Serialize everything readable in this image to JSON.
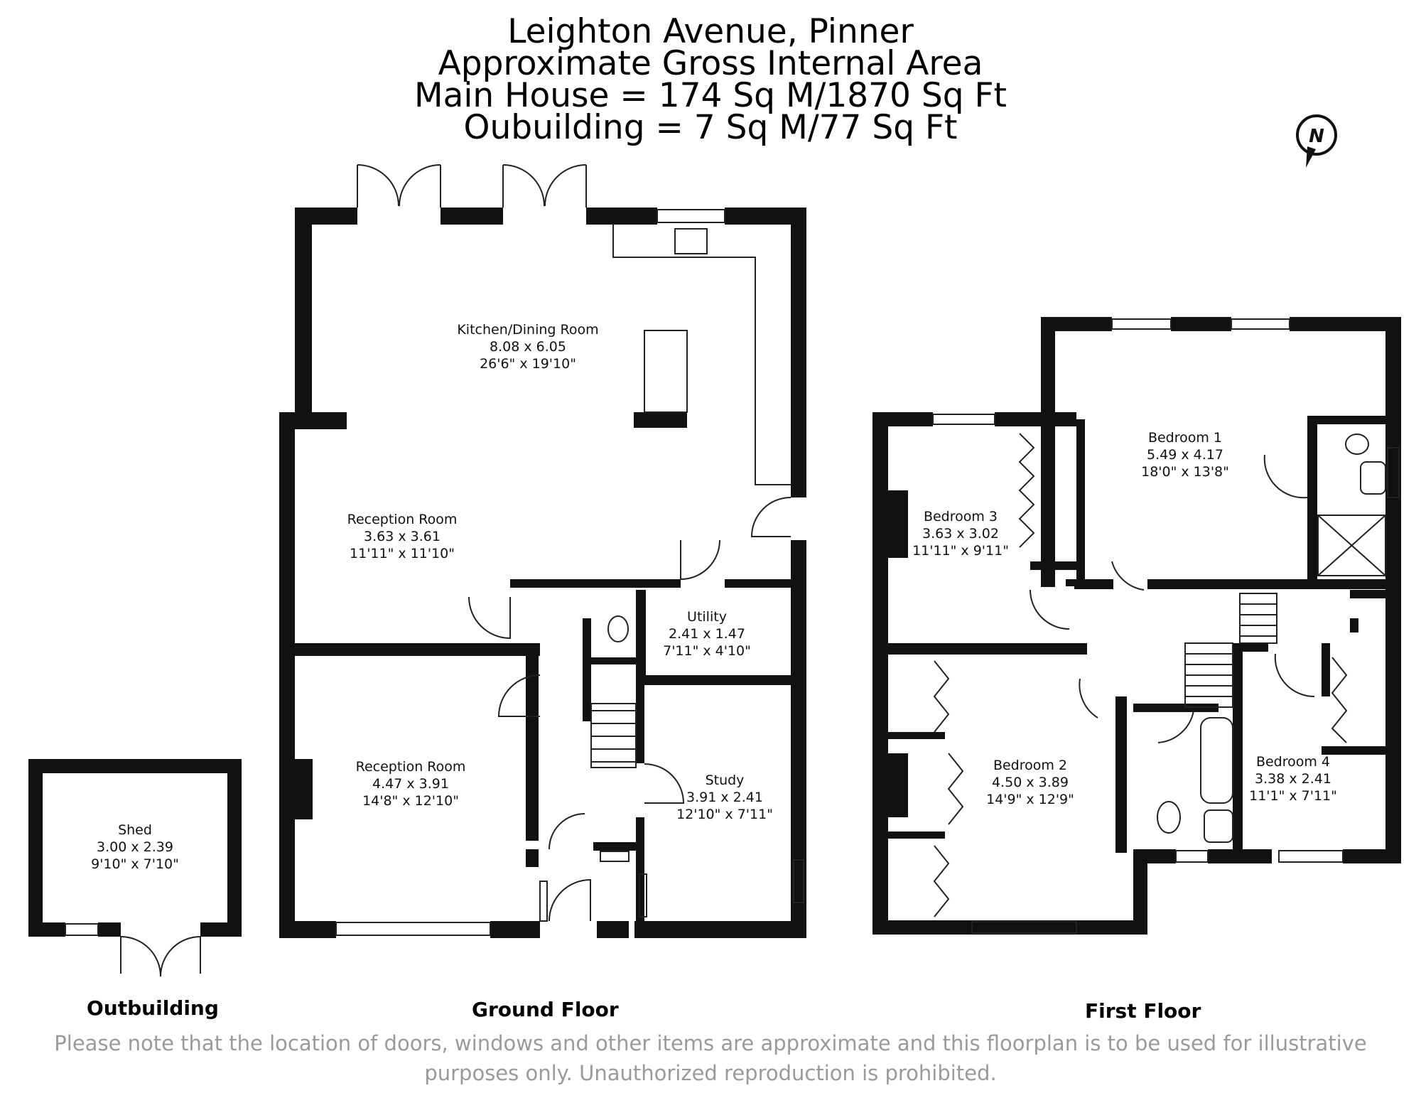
{
  "header": {
    "title": "Leighton Avenue, Pinner",
    "subtitle": "Approximate Gross Internal Area",
    "main_area": "Main House = 174 Sq M/1870 Sq Ft",
    "outbuilding_area": "Oubuilding = 7 Sq M/77 Sq Ft"
  },
  "compass": {
    "label": "N"
  },
  "floors": {
    "outbuilding": "Outbuilding",
    "ground": "Ground Floor",
    "first": "First Floor"
  },
  "rooms": {
    "kitchen": {
      "name": "Kitchen/Dining Room",
      "metric": "8.08 x 6.05",
      "imperial": "26'6\" x 19'10\""
    },
    "reception_upper": {
      "name": "Reception Room",
      "metric": "3.63 x 3.61",
      "imperial": "11'11\" x 11'10\""
    },
    "reception_lower": {
      "name": "Reception Room",
      "metric": "4.47 x 3.91",
      "imperial": "14'8\" x 12'10\""
    },
    "utility": {
      "name": "Utility",
      "metric": "2.41 x 1.47",
      "imperial": "7'11\" x 4'10\""
    },
    "study": {
      "name": "Study",
      "metric": "3.91 x 2.41",
      "imperial": "12'10\" x 7'11\""
    },
    "shed": {
      "name": "Shed",
      "metric": "3.00 x 2.39",
      "imperial": "9'10\" x 7'10\""
    },
    "bedroom1": {
      "name": "Bedroom 1",
      "metric": "5.49 x 4.17",
      "imperial": "18'0\" x 13'8\""
    },
    "bedroom2": {
      "name": "Bedroom 2",
      "metric": "4.50 x 3.89",
      "imperial": "14'9\" x 12'9\""
    },
    "bedroom3": {
      "name": "Bedroom 3",
      "metric": "3.63 x 3.02",
      "imperial": "11'11\" x 9'11\""
    },
    "bedroom4": {
      "name": "Bedroom 4",
      "metric": "3.38 x 2.41",
      "imperial": "11'1\" x 7'11\""
    }
  },
  "disclaimer": {
    "line1": "Please note that the location of doors, windows and other items are approximate and this floorplan is to be used for illustrative",
    "line2": "purposes only. Unauthorized reproduction is prohibited."
  },
  "colors": {
    "wall": "#111111",
    "text": "#000000",
    "disclaimer": "#9a9a9a"
  }
}
